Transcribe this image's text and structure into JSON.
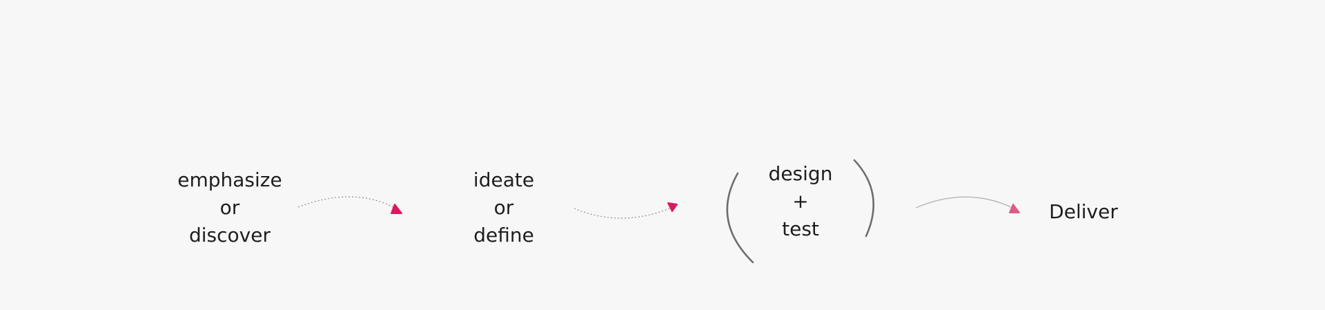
{
  "colors": {
    "background": "#f7f7f7",
    "text": "#1e1e1e",
    "arrowhead": "#d81b60",
    "arrowhead_light": "#e05a8a",
    "connector": "#9a9a9a",
    "bracket": "#6e6e6e"
  },
  "stages": [
    {
      "lines": [
        "emphasize",
        "or",
        "discover"
      ]
    },
    {
      "lines": [
        "ideate",
        "or",
        "define"
      ]
    },
    {
      "lines": [
        "design",
        "+",
        "test"
      ]
    },
    {
      "lines": [
        "Deliver"
      ]
    }
  ],
  "connectors": [
    {
      "style": "dotted",
      "from": "stage-1",
      "to": "stage-2"
    },
    {
      "style": "dotted",
      "from": "stage-2",
      "to": "stage-3"
    },
    {
      "style": "solid",
      "from": "stage-3",
      "to": "stage-4"
    }
  ],
  "brackets": {
    "encloses": "stage-3"
  }
}
